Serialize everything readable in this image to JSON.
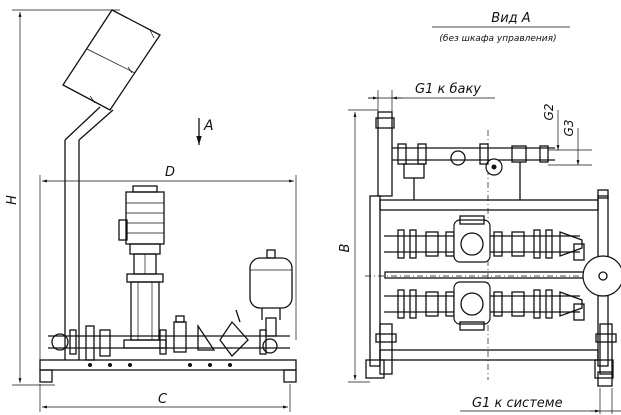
{
  "drawing": {
    "view_title": "Вид A",
    "view_subtitle": "(без шкафа управления)",
    "arrow_label": "A",
    "dims": {
      "H": "H",
      "D": "D",
      "C": "C",
      "B": "B",
      "G2": "G2",
      "G3": "G3"
    },
    "connections": {
      "tank": "G1 к баку",
      "system": "G1 к системе"
    }
  }
}
